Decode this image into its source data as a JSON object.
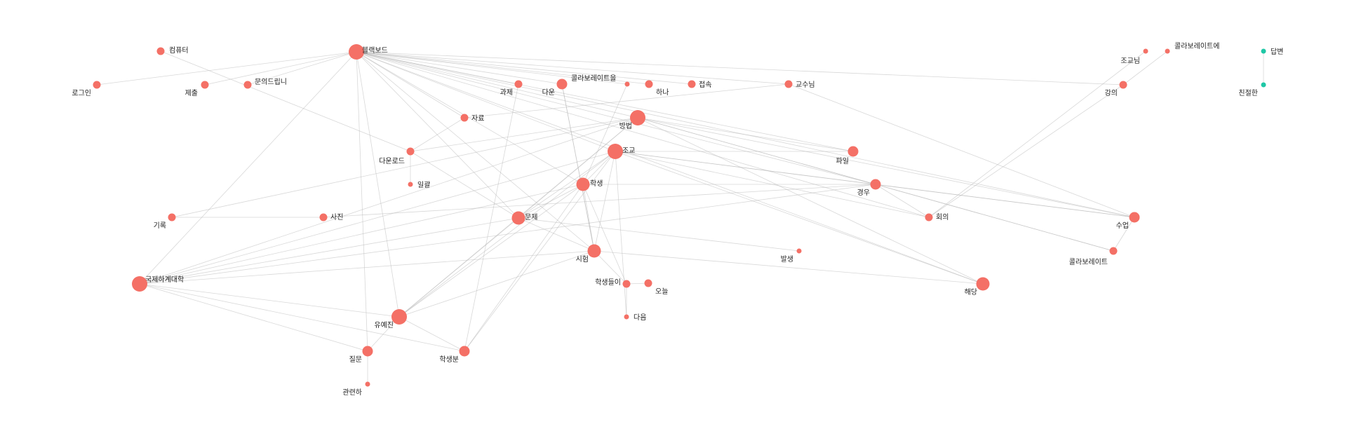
{
  "colors": {
    "group1": "#f47066",
    "group2": "#1fc7a6",
    "edge": "#b8b8b8"
  },
  "nodes": [
    {
      "id": "블랙보드",
      "label": "블랙보드",
      "size": 4,
      "group": 1
    },
    {
      "id": "컴퓨터",
      "label": "컴퓨터",
      "size": 1,
      "group": 1
    },
    {
      "id": "로그인",
      "label": "로그인",
      "size": 1,
      "group": 1
    },
    {
      "id": "제출",
      "label": "제출",
      "size": 1,
      "group": 1
    },
    {
      "id": "문의드립니",
      "label": "문의드립니",
      "size": 1,
      "group": 1
    },
    {
      "id": "과제",
      "label": "과제",
      "size": 1,
      "group": 1
    },
    {
      "id": "다운",
      "label": "다운",
      "size": 2,
      "group": 1
    },
    {
      "id": "콜라보레이트을",
      "label": "콜라보레이트을",
      "size": 0,
      "group": 1
    },
    {
      "id": "하나",
      "label": "하나",
      "size": 1,
      "group": 1
    },
    {
      "id": "접속",
      "label": "접속",
      "size": 1,
      "group": 1
    },
    {
      "id": "교수님",
      "label": "교수님",
      "size": 1,
      "group": 1
    },
    {
      "id": "자료",
      "label": "자료",
      "size": 1,
      "group": 1
    },
    {
      "id": "방법",
      "label": "방법",
      "size": 4,
      "group": 1
    },
    {
      "id": "다운로드",
      "label": "다운로드",
      "size": 1,
      "group": 1
    },
    {
      "id": "일괄",
      "label": "일괄",
      "size": 0,
      "group": 1
    },
    {
      "id": "조교",
      "label": "조교",
      "size": 4,
      "group": 1
    },
    {
      "id": "파일",
      "label": "파일",
      "size": 2,
      "group": 1
    },
    {
      "id": "학생",
      "label": "학생",
      "size": 3,
      "group": 1
    },
    {
      "id": "경우",
      "label": "경우",
      "size": 2,
      "group": 1
    },
    {
      "id": "기록",
      "label": "기록",
      "size": 1,
      "group": 1
    },
    {
      "id": "사진",
      "label": "사진",
      "size": 1,
      "group": 1
    },
    {
      "id": "문제",
      "label": "문제",
      "size": 3,
      "group": 1
    },
    {
      "id": "회의",
      "label": "회의",
      "size": 1,
      "group": 1
    },
    {
      "id": "수업",
      "label": "수업",
      "size": 2,
      "group": 1
    },
    {
      "id": "시험",
      "label": "시험",
      "size": 3,
      "group": 1
    },
    {
      "id": "발생",
      "label": "발생",
      "size": 0,
      "group": 1
    },
    {
      "id": "콜라보레이트",
      "label": "콜라보레이트",
      "size": 1,
      "group": 1
    },
    {
      "id": "국제하계대학",
      "label": "국제하계대학",
      "size": 4,
      "group": 1
    },
    {
      "id": "학생들이",
      "label": "학생들이",
      "size": 1,
      "group": 1
    },
    {
      "id": "오늘",
      "label": "오늘",
      "size": 1,
      "group": 1
    },
    {
      "id": "해당",
      "label": "해당",
      "size": 3,
      "group": 1
    },
    {
      "id": "다음",
      "label": "다음",
      "size": 0,
      "group": 1
    },
    {
      "id": "유예진",
      "label": "유예진",
      "size": 4,
      "group": 1
    },
    {
      "id": "질문",
      "label": "질문",
      "size": 2,
      "group": 1
    },
    {
      "id": "학생분",
      "label": "학생분",
      "size": 2,
      "group": 1
    },
    {
      "id": "관련하",
      "label": "관련하",
      "size": 0,
      "group": 1
    },
    {
      "id": "조교님",
      "label": "조교님",
      "size": 0,
      "group": 1
    },
    {
      "id": "콜라보레이트에",
      "label": "콜라보레이트에",
      "size": 0,
      "group": 1
    },
    {
      "id": "강의",
      "label": "강의",
      "size": 1,
      "group": 1
    },
    {
      "id": "답변",
      "label": "답변",
      "size": 0,
      "group": 2
    },
    {
      "id": "친절한",
      "label": "친절한",
      "size": 0,
      "group": 2
    }
  ],
  "edges": [
    [
      "블랙보드",
      "로그인"
    ],
    [
      "블랙보드",
      "제출"
    ],
    [
      "블랙보드",
      "문의드립니"
    ],
    [
      "블랙보드",
      "과제"
    ],
    [
      "블랙보드",
      "다운"
    ],
    [
      "블랙보드",
      "콜라보레이트을"
    ],
    [
      "블랙보드",
      "하나"
    ],
    [
      "블랙보드",
      "접속"
    ],
    [
      "블랙보드",
      "교수님"
    ],
    [
      "블랙보드",
      "방법"
    ],
    [
      "블랙보드",
      "조교"
    ],
    [
      "블랙보드",
      "파일"
    ],
    [
      "블랙보드",
      "학생"
    ],
    [
      "블랙보드",
      "문제"
    ],
    [
      "블랙보드",
      "시험"
    ],
    [
      "블랙보드",
      "국제하계대학"
    ],
    [
      "블랙보드",
      "유예진"
    ],
    [
      "블랙보드",
      "질문"
    ],
    [
      "블랙보드",
      "자료"
    ],
    [
      "블랙보드",
      "경우"
    ],
    [
      "블랙보드",
      "수업"
    ],
    [
      "블랙보드",
      "강의"
    ],
    [
      "블랙보드",
      "해당"
    ],
    [
      "블랙보드",
      "회의"
    ],
    [
      "컴퓨터",
      "다운로드"
    ],
    [
      "방법",
      "다운로드"
    ],
    [
      "방법",
      "기록"
    ],
    [
      "방법",
      "파일"
    ],
    [
      "방법",
      "경우"
    ],
    [
      "방법",
      "수업"
    ],
    [
      "방법",
      "해당"
    ],
    [
      "방법",
      "국제하계대학"
    ],
    [
      "방법",
      "유예진"
    ],
    [
      "방법",
      "문제"
    ],
    [
      "방법",
      "콜라보레이트"
    ],
    [
      "조교",
      "학생"
    ],
    [
      "조교",
      "문제"
    ],
    [
      "조교",
      "경우"
    ],
    [
      "조교",
      "수업"
    ],
    [
      "조교",
      "시험"
    ],
    [
      "조교",
      "국제하계대학"
    ],
    [
      "조교",
      "유예진"
    ],
    [
      "조교",
      "학생분"
    ],
    [
      "조교",
      "해당"
    ],
    [
      "조교",
      "다음"
    ],
    [
      "조교",
      "회의"
    ],
    [
      "조교",
      "파일"
    ],
    [
      "학생",
      "문제"
    ],
    [
      "학생",
      "시험"
    ],
    [
      "학생",
      "유예진"
    ],
    [
      "학생",
      "국제하계대학"
    ],
    [
      "학생",
      "학생분"
    ],
    [
      "학생",
      "학생들이"
    ],
    [
      "학생",
      "경우"
    ],
    [
      "학생",
      "콜라보레이트을"
    ],
    [
      "문제",
      "시험"
    ],
    [
      "문제",
      "유예진"
    ],
    [
      "문제",
      "국제하계대학"
    ],
    [
      "문제",
      "발생"
    ],
    [
      "문제",
      "다운로드"
    ],
    [
      "경우",
      "회의"
    ],
    [
      "경우",
      "수업"
    ],
    [
      "경우",
      "콜라보레이트"
    ],
    [
      "경우",
      "사진"
    ],
    [
      "경우",
      "국제하계대학"
    ],
    [
      "시험",
      "국제하계대학"
    ],
    [
      "시험",
      "유예진"
    ],
    [
      "시험",
      "해당"
    ],
    [
      "시험",
      "학생들이"
    ],
    [
      "시험",
      "다운"
    ],
    [
      "국제하계대학",
      "유예진"
    ],
    [
      "국제하계대학",
      "질문"
    ],
    [
      "국제하계대학",
      "학생분"
    ],
    [
      "유예진",
      "질문"
    ],
    [
      "유예진",
      "학생분"
    ],
    [
      "질문",
      "관련하"
    ],
    [
      "학생들이",
      "오늘"
    ],
    [
      "학생들이",
      "다음"
    ],
    [
      "자료",
      "다운로드"
    ],
    [
      "다운로드",
      "일괄"
    ],
    [
      "교수님",
      "자료"
    ],
    [
      "교수님",
      "수업"
    ],
    [
      "다운",
      "시험"
    ],
    [
      "과제",
      "학생분"
    ],
    [
      "기록",
      "사진"
    ],
    [
      "조교님",
      "회의"
    ],
    [
      "콜라보레이트에",
      "강의"
    ],
    [
      "강의",
      "회의"
    ],
    [
      "수업",
      "콜라보레이트"
    ],
    [
      "답변",
      "친절한"
    ]
  ]
}
